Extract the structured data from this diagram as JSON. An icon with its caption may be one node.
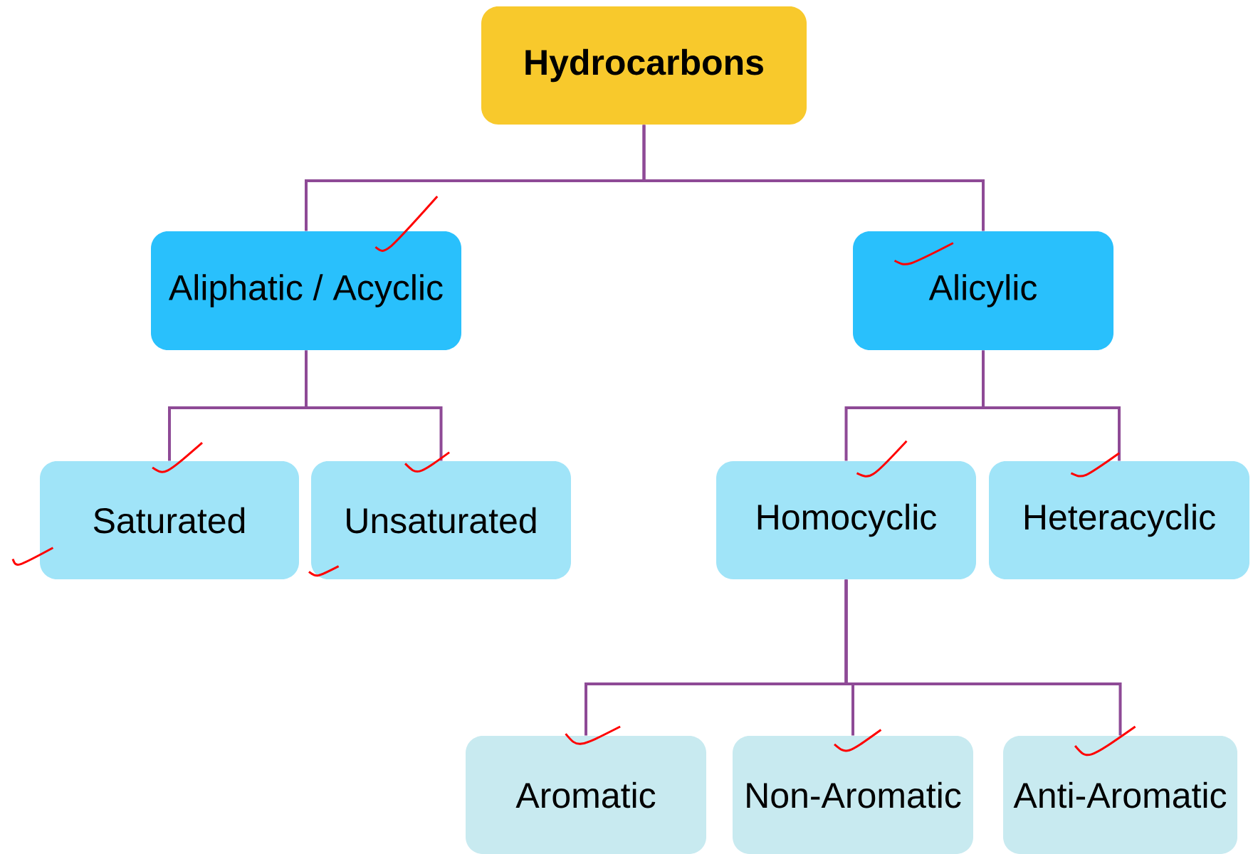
{
  "diagram": {
    "nodes": [
      {
        "text": [
          "Hydrocarbons"
        ]
      },
      {
        "text": [
          "Aliphatic / Acyclic"
        ]
      },
      {
        "text": [
          "Alicylic"
        ]
      },
      {
        "text": [
          "Saturated"
        ]
      },
      {
        "text": [
          "Unsaturated"
        ]
      },
      {
        "text": [
          "Homocyclic"
        ]
      },
      {
        "text": [
          "Heteracyclic"
        ]
      },
      {
        "text": [
          "Aromatic"
        ]
      },
      {
        "text": [
          "Non-Aromatic"
        ]
      },
      {
        "text": [
          "Anti-Aromatic"
        ]
      }
    ],
    "edges": [
      {
        "from": 0,
        "to": 1,
        "arrow": "none"
      },
      {
        "from": 0,
        "to": 2,
        "arrow": "none"
      },
      {
        "from": 1,
        "to": 3,
        "arrow": "none"
      },
      {
        "from": 1,
        "to": 4,
        "arrow": "none"
      },
      {
        "from": 2,
        "to": 5,
        "arrow": "none"
      },
      {
        "from": 2,
        "to": 6,
        "arrow": "none"
      },
      {
        "from": 5,
        "to": 7,
        "arrow": "none"
      },
      {
        "from": 5,
        "to": 8,
        "arrow": "none"
      },
      {
        "from": 5,
        "to": 9,
        "arrow": "none"
      }
    ]
  }
}
